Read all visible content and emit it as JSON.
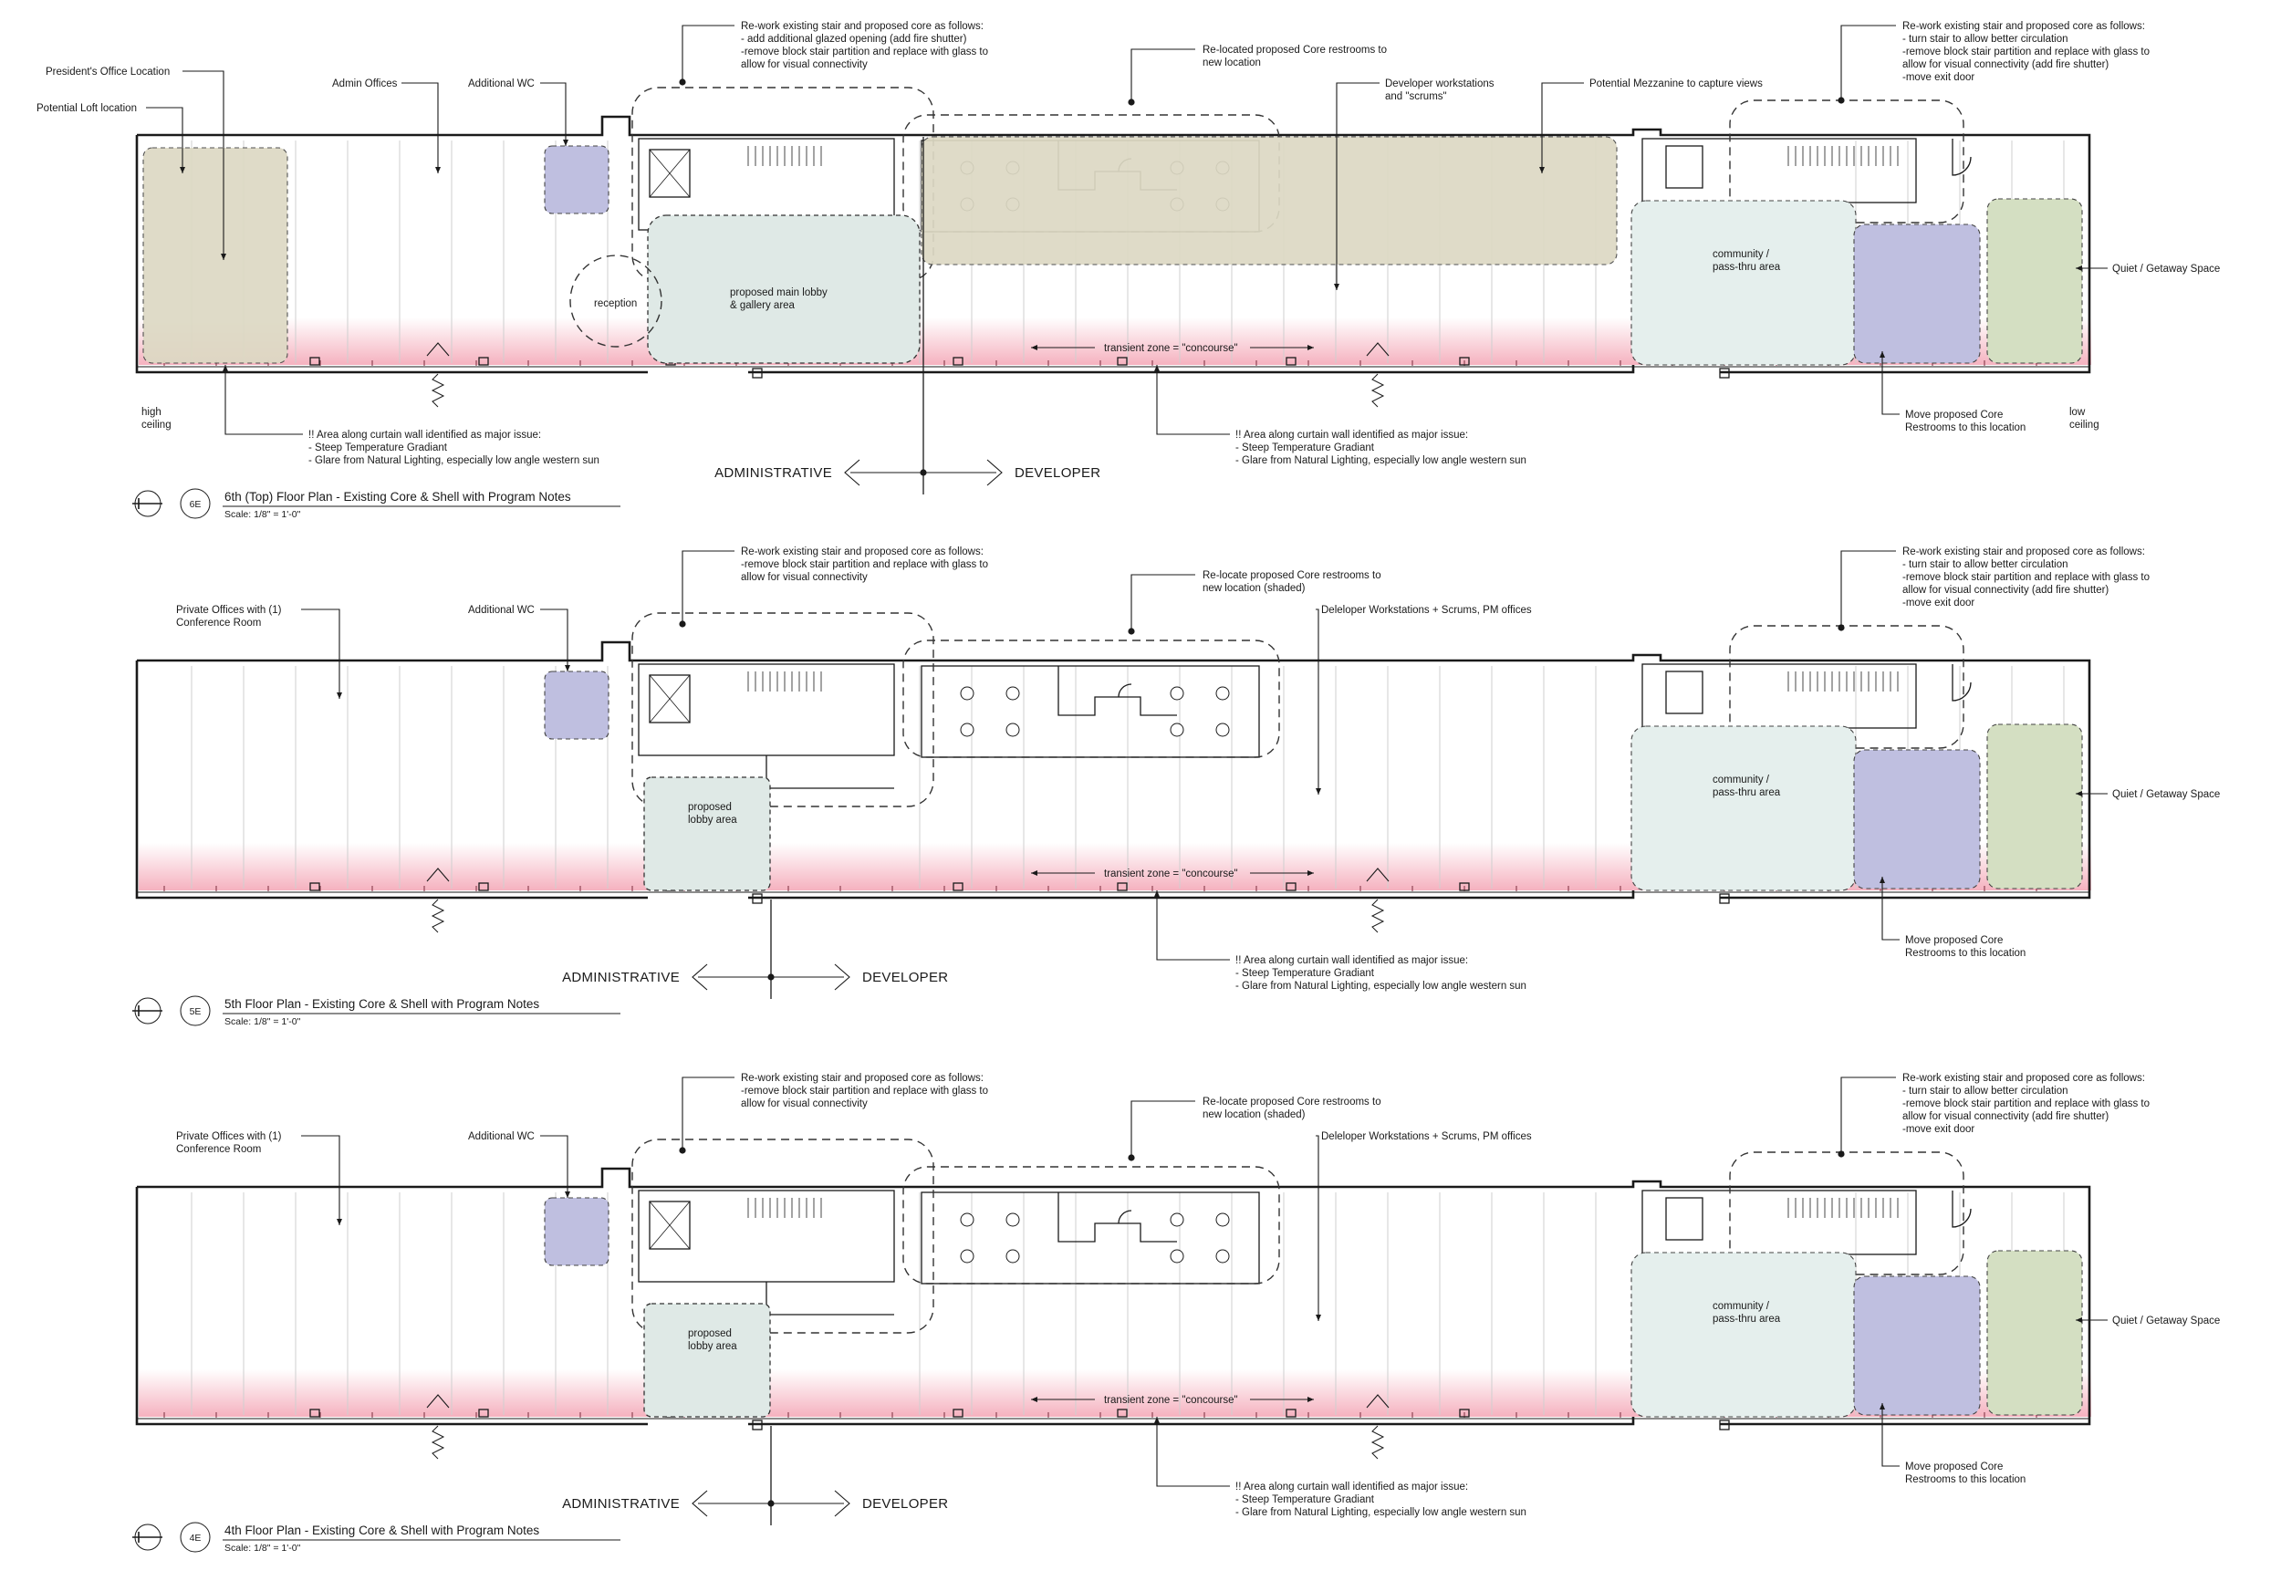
{
  "colors": {
    "curtain_wall_glare": "#f4a9b8",
    "program_tan": "#ddd9c4",
    "program_blue": "#bfbfe0",
    "program_mint": "#e5efed",
    "program_green": "#d4dfc2",
    "line": "#1a1a1a"
  },
  "floors": [
    {
      "id": "6E",
      "title": "6th (Top) Floor Plan - Existing Core & Shell with Program Notes",
      "scale": "Scale: 1/8\" = 1'-0\"",
      "notes": {
        "presidents_office": "President's Office Location",
        "loft": "Potential Loft location",
        "admin": "Admin Offices",
        "wc": "Additional WC",
        "stair_left": [
          "Re-work existing stair and proposed core as follows:",
          "- add additional glazed opening (add fire shutter)",
          "-remove block stair partition and replace with glass to",
          "allow for visual connectivity"
        ],
        "core_restrooms": [
          "Re-located proposed Core restrooms to",
          "new location"
        ],
        "developer": [
          "Developer workstations",
          "and \"scrums\""
        ],
        "mezzanine": "Potential Mezzanine to capture views",
        "stair_right": [
          "Re-work existing stair and proposed core as follows:",
          "- turn stair to allow better circulation",
          "-remove block stair partition and replace with glass to",
          "allow for visual connectivity (add fire shutter)",
          "-move exit door"
        ],
        "quiet": "Quiet / Getaway Space",
        "community": [
          "community /",
          "pass-thru area"
        ],
        "reception": "reception",
        "lobby": [
          "proposed main lobby",
          "& gallery area"
        ],
        "transient": "transient zone = \"concourse\"",
        "high_ceiling": [
          "high",
          "ceiling"
        ],
        "low_ceiling": [
          "low",
          "ceiling"
        ],
        "curtain_left": [
          "!!  Area along curtain wall identified as major issue:",
          "- Steep Temperature Gradiant",
          "- Glare from Natural Lighting, especially low angle western sun"
        ],
        "curtain_right": [
          "!!  Area along curtain wall identified as major issue:",
          "- Steep Temperature Gradiant",
          "- Glare from Natural Lighting, especially low angle western sun"
        ],
        "move_core": [
          "Move proposed Core",
          "Restrooms to this location"
        ],
        "administrative": "ADMINISTRATIVE",
        "developer_axis": "DEVELOPER"
      }
    },
    {
      "id": "5E",
      "title": "5th Floor Plan - Existing Core & Shell with Program Notes",
      "scale": "Scale: 1/8\" = 1'-0\"",
      "notes": {
        "private_offices": [
          "Private Offices with (1)",
          "Conference Room"
        ],
        "wc": "Additional WC",
        "stair_left": [
          "Re-work existing stair and proposed core as follows:",
          "-remove block stair partition and replace with glass to",
          "allow for visual connectivity"
        ],
        "core_restrooms": [
          "Re-locate proposed Core restrooms to",
          "new location (shaded)"
        ],
        "developer": [
          "Deleloper Workstations + Scrums, PM offices"
        ],
        "stair_right": [
          "Re-work existing stair and proposed core as follows:",
          "- turn stair to allow better circulation",
          "-remove block stair partition and replace with glass to",
          "allow for visual connectivity (add fire shutter)",
          "-move exit door"
        ],
        "quiet": "Quiet / Getaway Space",
        "community": [
          "community /",
          "pass-thru area"
        ],
        "lobby": [
          "proposed",
          "lobby area"
        ],
        "transient": "transient zone = \"concourse\"",
        "curtain_right": [
          "!!  Area along curtain wall identified as major issue:",
          "- Steep Temperature Gradiant",
          "- Glare from Natural Lighting, especially low angle western sun"
        ],
        "move_core": [
          "Move proposed Core",
          "Restrooms to this location"
        ],
        "administrative": "ADMINISTRATIVE",
        "developer_axis": "DEVELOPER"
      }
    },
    {
      "id": "4E",
      "title": "4th Floor Plan - Existing Core & Shell with Program Notes",
      "scale": "Scale: 1/8\" = 1'-0\"",
      "notes": {
        "private_offices": [
          "Private Offices with (1)",
          "Conference Room"
        ],
        "wc": "Additional WC",
        "stair_left": [
          "Re-work existing stair and proposed core as follows:",
          "-remove block stair partition and replace with glass to",
          "allow for visual connectivity"
        ],
        "core_restrooms": [
          "Re-locate proposed Core restrooms to",
          "new location (shaded)"
        ],
        "developer": [
          "Deleloper Workstations + Scrums, PM offices"
        ],
        "stair_right": [
          "Re-work existing stair and proposed core as follows:",
          "- turn stair to allow better circulation",
          "-remove block stair partition and replace with glass to",
          "allow for visual connectivity (add fire shutter)",
          "-move exit door"
        ],
        "quiet": "Quiet / Getaway Space",
        "community": [
          "community /",
          "pass-thru area"
        ],
        "lobby": [
          "proposed",
          "lobby area"
        ],
        "transient": "transient zone = \"concourse\"",
        "curtain_right": [
          "!!  Area along curtain wall identified as major issue:",
          "- Steep Temperature Gradiant",
          "- Glare from Natural Lighting, especially low angle western sun"
        ],
        "move_core": [
          "Move proposed Core",
          "Restrooms to this location"
        ],
        "administrative": "ADMINISTRATIVE",
        "developer_axis": "DEVELOPER"
      }
    }
  ]
}
